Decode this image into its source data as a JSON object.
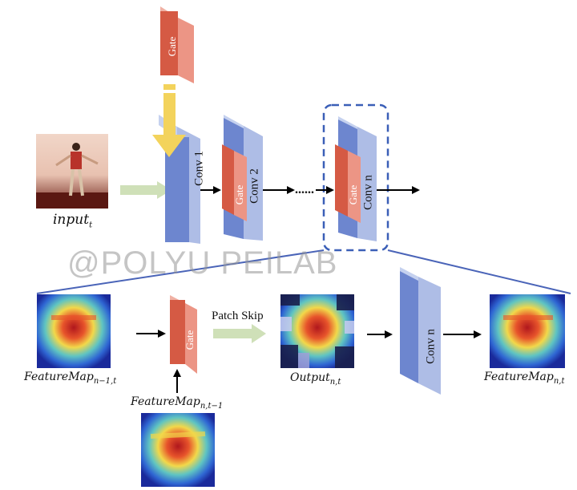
{
  "colors": {
    "conv_front": "#6d86cf",
    "conv_side": "#aebde6",
    "conv_top": "#c5d1ef",
    "gate_front": "#d55a44",
    "gate_side": "#ec9585",
    "gate_top": "#f0b1a4",
    "arrow_yellow": "#f3d35c",
    "arrow_green": "#cfe0b8",
    "dashed_box": "#3b5fb7",
    "connector": "#4a64b8"
  },
  "top_row": {
    "gate_top_label": "Gate",
    "conv1_label": "Conv 1",
    "conv2_label": "Conv 2",
    "conv2_gate_label": "Gate",
    "convn_label": "Conv n",
    "convn_gate_label": "Gate",
    "dots": "......",
    "input_label": "input",
    "input_sub": "t"
  },
  "watermark": "@POLYU PEILAB",
  "bottom_row": {
    "fm_prev_label": "FeatureMap",
    "fm_prev_sub": "n−1,t",
    "gate_label": "Gate",
    "fm_time_label": "FeatureMap",
    "fm_time_sub": "n,t−1",
    "patch_skip_label": "Patch Skip",
    "output_label": "Output",
    "output_sub": "n,t",
    "convn_label": "Conv n",
    "fm_out_label": "FeatureMap",
    "fm_out_sub": "n,t"
  },
  "icons": [
    "input-photo",
    "heatmap-thumbnail",
    "masked-heatmap-thumbnail"
  ]
}
